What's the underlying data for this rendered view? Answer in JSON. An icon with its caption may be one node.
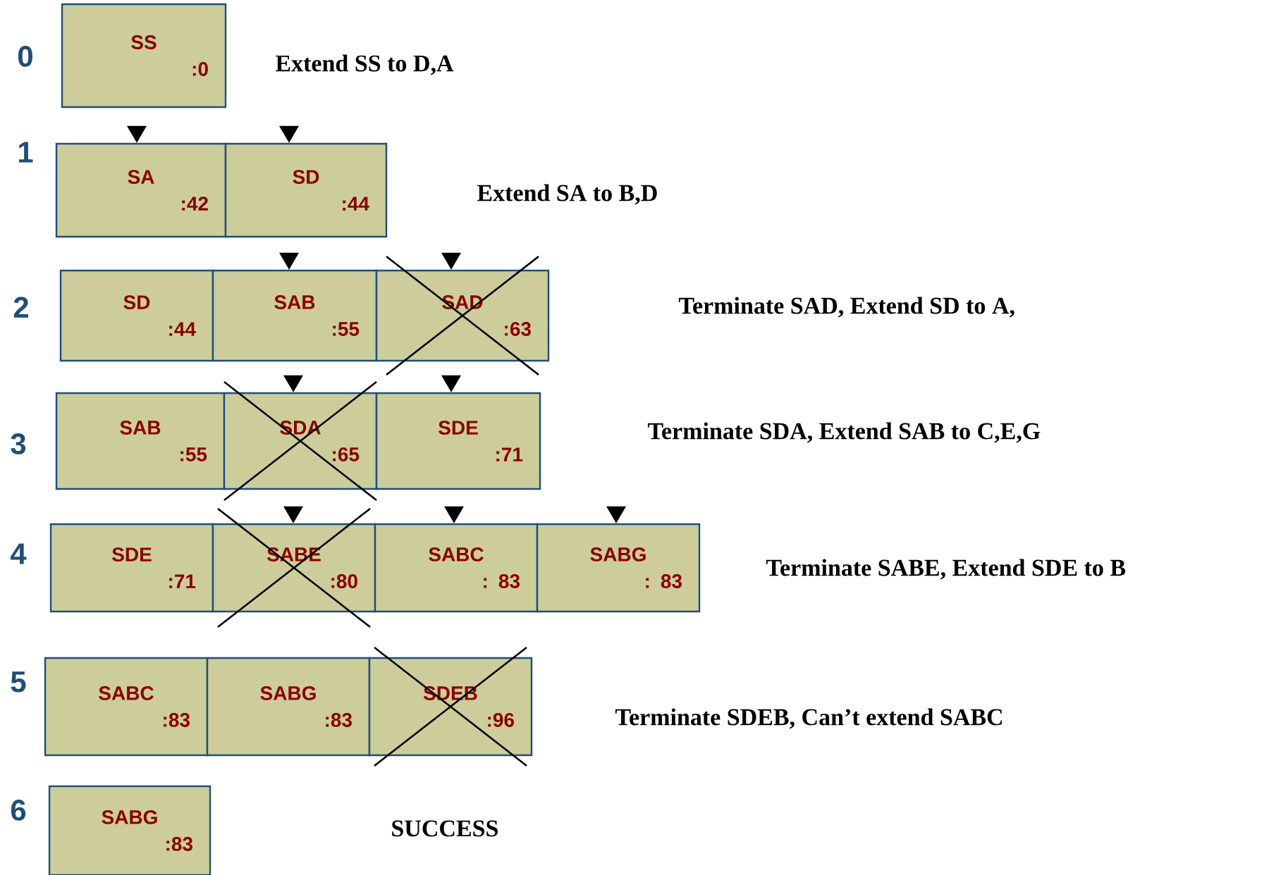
{
  "diagram": {
    "nodes": [
      {
        "text": [
          "SS",
          ":0"
        ]
      },
      {
        "text": [
          "SA",
          ":42"
        ]
      },
      {
        "text": [
          "SD",
          ":44"
        ]
      },
      {
        "text": [
          "SD",
          ":44"
        ]
      },
      {
        "text": [
          "SAB",
          ":55"
        ]
      },
      {
        "text": [
          "SAD",
          ":63"
        ]
      },
      {
        "text": [
          "SAB",
          ":55"
        ]
      },
      {
        "text": [
          "SDA",
          ":65"
        ]
      },
      {
        "text": [
          "SDE",
          ":71"
        ]
      },
      {
        "text": [
          "SDE",
          ":71"
        ]
      },
      {
        "text": [
          "SABE",
          ":80"
        ]
      },
      {
        "text": [
          "SABC",
          ": 83"
        ]
      },
      {
        "text": [
          "SABG",
          ": 83"
        ]
      },
      {
        "text": [
          "SABC",
          ":83"
        ]
      },
      {
        "text": [
          "SABG",
          ":83"
        ]
      },
      {
        "text": [
          "SDEB",
          ":96"
        ]
      },
      {
        "text": [
          "SABG",
          ":83"
        ]
      }
    ],
    "edges": [
      {
        "from": null,
        "to": 1,
        "arrow": "to"
      },
      {
        "from": null,
        "to": 2,
        "arrow": "to"
      },
      {
        "from": null,
        "to": 4,
        "arrow": "to"
      },
      {
        "from": null,
        "to": 5,
        "arrow": "to"
      },
      {
        "from": null,
        "to": 7,
        "arrow": "to"
      },
      {
        "from": null,
        "to": 8,
        "arrow": "to"
      },
      {
        "from": null,
        "to": 10,
        "arrow": "to"
      },
      {
        "from": null,
        "to": 11,
        "arrow": "to"
      },
      {
        "from": null,
        "to": 12,
        "arrow": "to"
      }
    ],
    "labels": [
      "0",
      "Extend SS to D,A",
      "1",
      "Extend SA to B,D",
      "2",
      "Terminate SAD, Extend SD to A,",
      "3",
      "Terminate SDA, Extend SAB to C,E,G",
      "4",
      "Terminate SABE, Extend SDE to B",
      "5",
      "Terminate SDEB, Can’t extend SABC",
      "6",
      "SUCCESS"
    ]
  }
}
